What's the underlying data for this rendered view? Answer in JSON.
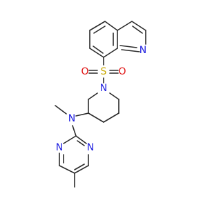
{
  "molecule": {
    "colors": {
      "bond": "#2a2a2a",
      "N": "#2020e0",
      "S": "#c8a800",
      "O": "#e01010"
    },
    "labels": {
      "n_quinoline": "N",
      "s_sulfonyl": "S",
      "o_left": "O",
      "o_right": "O",
      "n_piperidine": "N",
      "n_amine": "N",
      "n_pyr_top": "N",
      "n_pyr_bottom": "N"
    }
  }
}
